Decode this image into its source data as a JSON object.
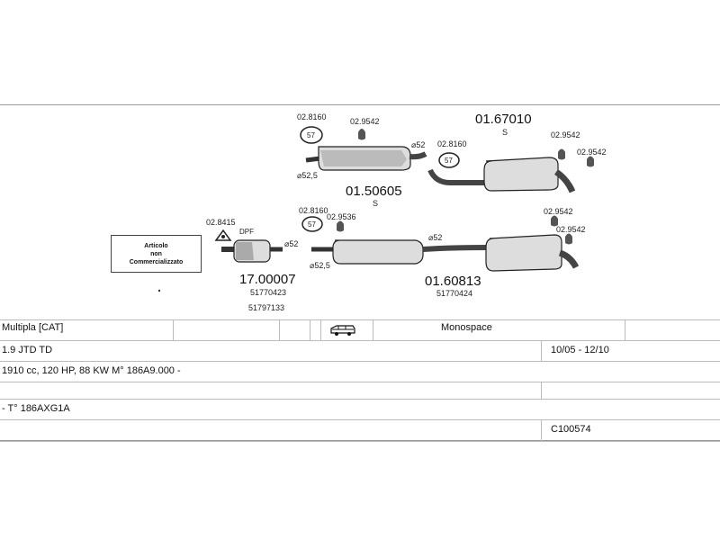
{
  "notice": [
    "Articolo",
    "non",
    "Commercializzato"
  ],
  "parts": {
    "rear_muffler_upper": "01.67010",
    "rear_muffler_upper_code": "S",
    "middle_upper": "01.50605",
    "middle_upper_code": "S",
    "dpf": "17.00007",
    "dpf_oe1": "51770423",
    "dpf_oe2": "51797133",
    "rear_lower": "01.60813",
    "rear_lower_oe": "51770424",
    "dpf_label": "DPF"
  },
  "accessories": {
    "gasket_a": "02.8160",
    "clamp_a": "02.9542",
    "gasket_b": "02.8160",
    "clamp_b1": "02.9542",
    "clamp_b2": "02.9542",
    "gasket_c": "02.8415",
    "gasket_d": "02.8160",
    "clamp_d": "02.9536",
    "clamp_e1": "02.9542",
    "clamp_e2": "02.9542"
  },
  "diameters": {
    "d1": "⌀52",
    "d2": "⌀52,5",
    "d3": "⌀52",
    "d4": "⌀52",
    "d5": "⌀52,5"
  },
  "vehicle": {
    "model": "Multipla  [CAT]",
    "body": "Monospace",
    "engine": "1.9 JTD TD",
    "years": "10/05 - 12/10",
    "specs": "1910 cc, 120 HP, 88 KW M° 186A9.000 -",
    "type": "- T° 186AXG1A",
    "code": "C100574"
  }
}
